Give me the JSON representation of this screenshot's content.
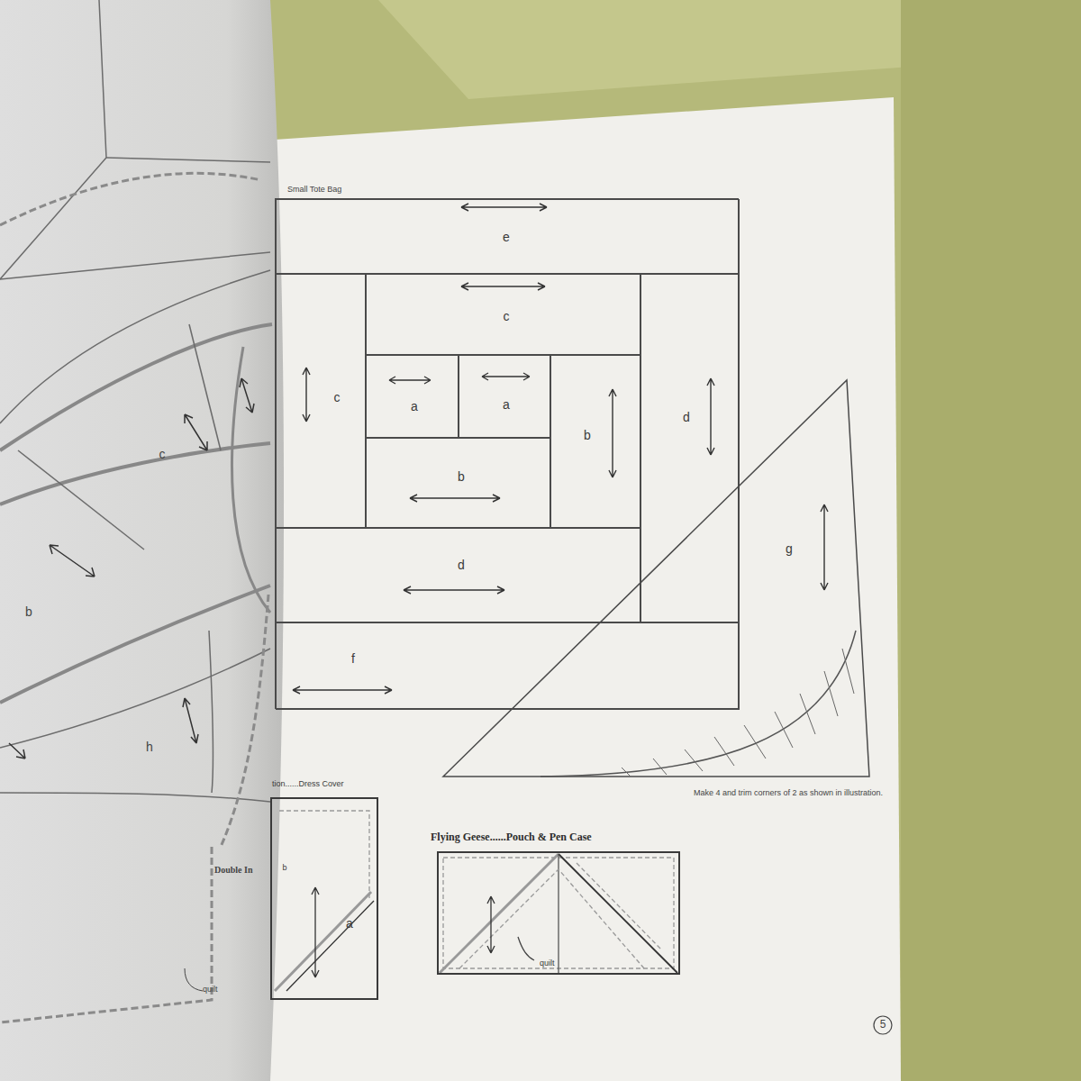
{
  "diagram": {
    "nodes": [
      {
        "text": [
          "Small Tote Bag"
        ]
      },
      {
        "text": [
          "e"
        ],
        "in": 0
      },
      {
        "text": [
          "c"
        ],
        "in": 0
      },
      {
        "text": [
          "c"
        ],
        "in": 0
      },
      {
        "text": [
          "a"
        ],
        "in": 0
      },
      {
        "text": [
          "a"
        ],
        "in": 0
      },
      {
        "text": [
          "b"
        ],
        "in": 0
      },
      {
        "text": [
          "d"
        ],
        "in": 0
      },
      {
        "text": [
          "b"
        ],
        "in": 0
      },
      {
        "text": [
          "d"
        ],
        "in": 0
      },
      {
        "text": [
          "f"
        ],
        "in": 0
      },
      {
        "text": [
          "g"
        ]
      },
      {
        "text": [
          "Flying Geese......Pouch & Pen Case",
          "quilt"
        ]
      },
      {
        "text": [
          "tion......Dress Cover",
          "b",
          "a"
        ]
      }
    ],
    "labels": [
      "c",
      "b",
      "h",
      "Double In",
      "quilt",
      "Make 4 and trim corners of 2 as shown in illustration.",
      "5"
    ]
  }
}
